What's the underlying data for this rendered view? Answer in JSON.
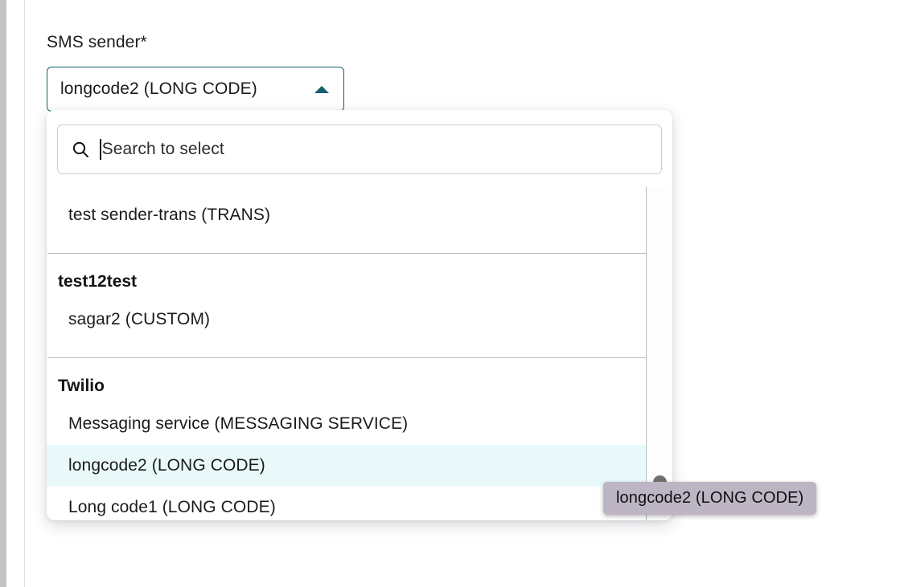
{
  "form": {
    "label": "SMS sender*",
    "select": {
      "value": "longcode2 (LONG CODE)",
      "chevron_icon": "chevron-up-icon",
      "border_color": "#15606e",
      "expanded": true
    }
  },
  "dropdown": {
    "search": {
      "icon": "search-icon",
      "value": "",
      "placeholder": "Search to select",
      "caret_visible": true
    },
    "groups": [
      {
        "header": null,
        "options": [
          {
            "label": "test sender-trans (TRANS)",
            "selected": false
          }
        ]
      },
      {
        "header": "test12test",
        "options": [
          {
            "label": "sagar2 (CUSTOM)",
            "selected": false
          }
        ]
      },
      {
        "header": "Twilio",
        "options": [
          {
            "label": "Messaging service (MESSAGING SERVICE)",
            "selected": false
          },
          {
            "label": "longcode2 (LONG CODE)",
            "selected": true
          },
          {
            "label": "Long code1 (LONG CODE)",
            "selected": false
          }
        ]
      }
    ],
    "selected_row_color": "#e9f9fa",
    "divider_color": "#b9bcc6"
  },
  "tooltip": {
    "text": "longcode2 (LONG CODE)",
    "background": "#bdb5c4"
  }
}
